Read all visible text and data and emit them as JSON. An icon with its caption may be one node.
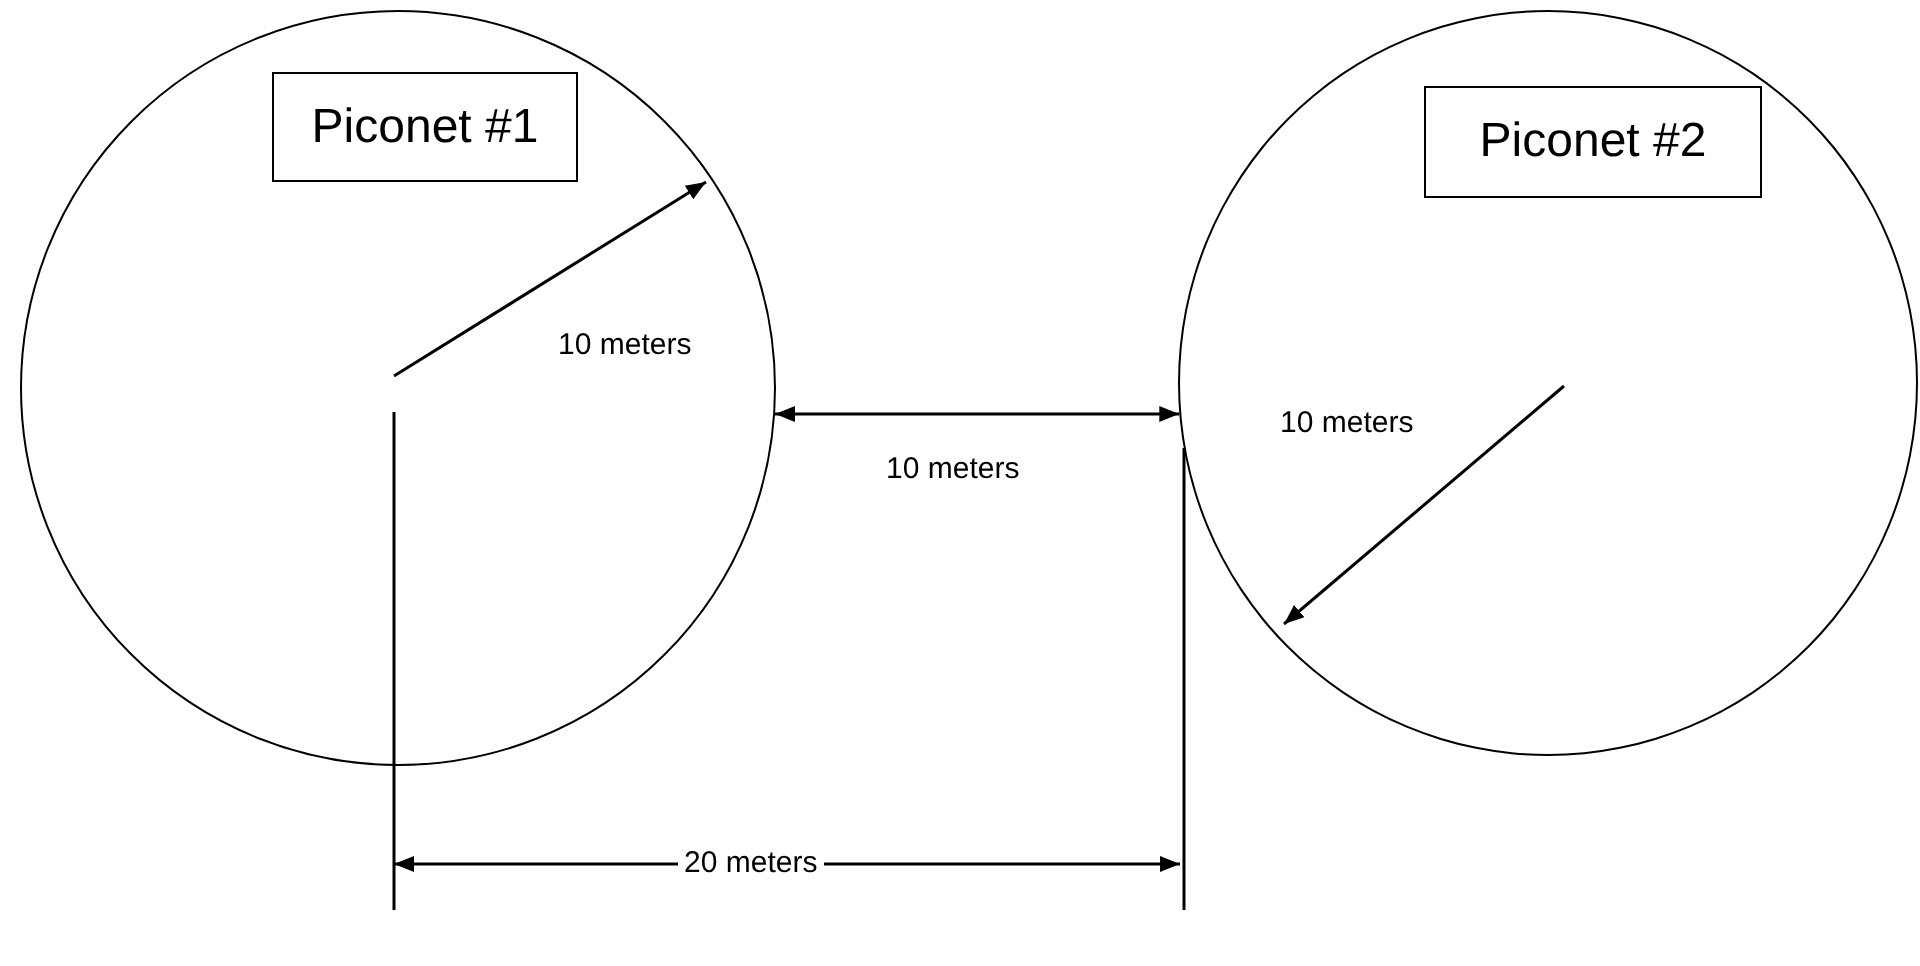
{
  "diagram": {
    "nodes": [
      {
        "text": [],
        "shape": "circle"
      },
      {
        "text": [
          "Piconet #1"
        ],
        "in": 0
      },
      {
        "text": [],
        "shape": "circle"
      },
      {
        "text": [
          "Piconet #2"
        ],
        "in": 2
      }
    ],
    "edges": [
      {
        "from": 0,
        "to": 2,
        "arrow": "both",
        "label": "10 meters"
      }
    ],
    "labels": [
      "10 meters",
      "10 meters",
      "20 meters"
    ]
  }
}
